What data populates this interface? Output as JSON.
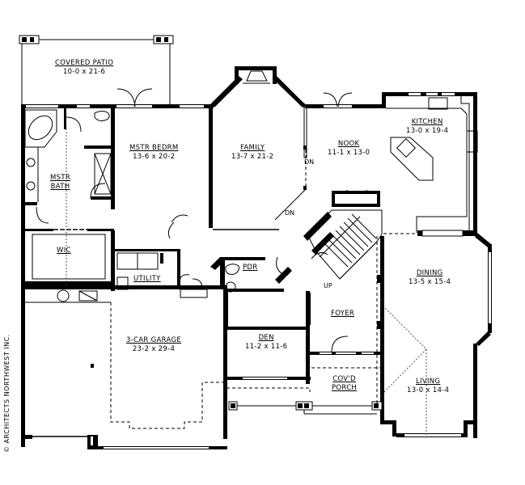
{
  "plan": {
    "rooms": {
      "covered_patio": {
        "name": "COVERED PATIO",
        "dim": "10-0 x 21-6"
      },
      "mstr_bedrm": {
        "name": "MSTR BEDRM",
        "dim": "13-6 x 20-2"
      },
      "family": {
        "name": "FAMILY",
        "dim": "13-7 x 21-2"
      },
      "nook": {
        "name": "NOOK",
        "dim": "11-1 x 13-0"
      },
      "kitchen": {
        "name": "KITCHEN",
        "dim": "13-0 x 19-4"
      },
      "mstr_bath": {
        "name_line1": "MSTR",
        "name_line2": "BATH"
      },
      "wic": {
        "name": "WIC"
      },
      "utility": {
        "name": "UTILITY"
      },
      "pdr": {
        "name": "PDR"
      },
      "dining": {
        "name": "DINING",
        "dim": "13-5 x 15-4"
      },
      "foyer": {
        "name": "FOYER"
      },
      "den": {
        "name": "DEN",
        "dim": "11-2 x 11-6"
      },
      "garage": {
        "name": "3-CAR GARAGE",
        "dim": "23-2 x 29-4"
      },
      "covd_porch": {
        "name_line1": "COV'D",
        "name_line2": "PORCH"
      },
      "living": {
        "name": "LIVING",
        "dim": "13-0 x 14-4"
      }
    },
    "annotations": {
      "dn_family_right": "DN",
      "dn_family_diag": "DN",
      "up_stair": "UP"
    },
    "copyright": "© ARCHITECTS NORTHWEST INC."
  }
}
